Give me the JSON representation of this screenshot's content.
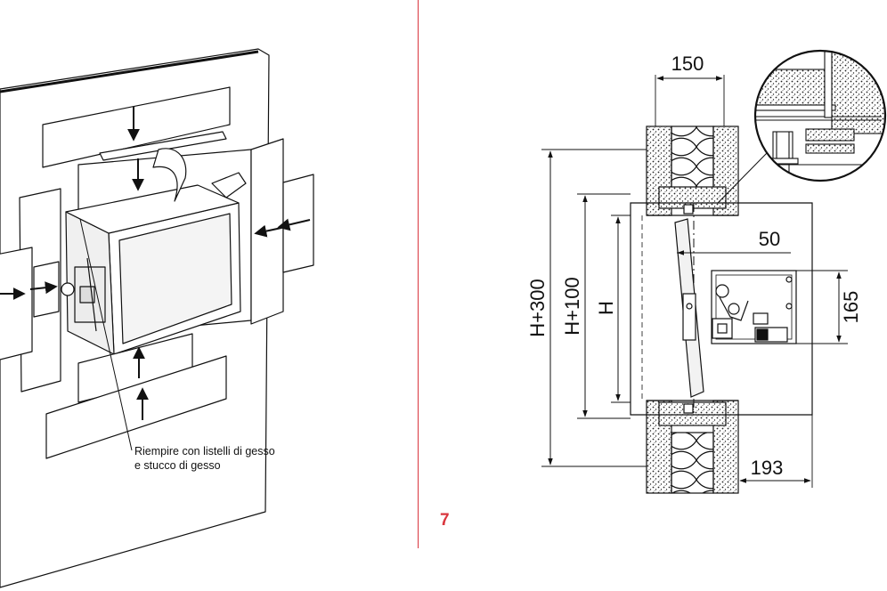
{
  "caption": {
    "text": "Riempire con listelli di gesso\ne stucco di gesso"
  },
  "page_number": "7",
  "dimensions": {
    "top_width": "150",
    "overall_height": "H+300",
    "frame_height": "H+100",
    "height": "H",
    "offset": "50",
    "mechanism_height": "165",
    "depth": "193"
  },
  "colors": {
    "divider": "#d9363e",
    "page_number": "#d9363e",
    "line": "#111111"
  }
}
